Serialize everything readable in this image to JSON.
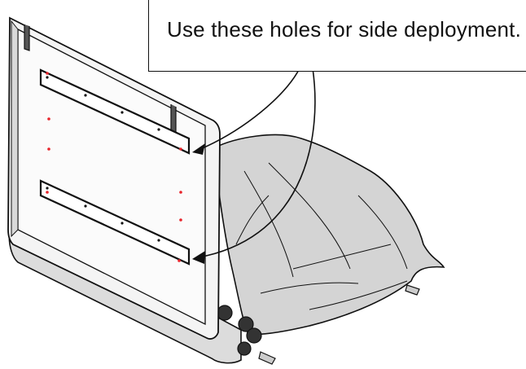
{
  "callout": {
    "text": "Use these holes for side deployment."
  },
  "colors": {
    "line": "#111111",
    "fill_gray": "#d9d9d9",
    "fill_light": "#ececec",
    "hole_red": "#e8242b"
  },
  "parts": {
    "panel": "panel",
    "bracket_upper": "upper mounting bracket",
    "bracket_lower": "lower mounting bracket",
    "cover": "fabric cover",
    "base_roll": "base roll"
  }
}
